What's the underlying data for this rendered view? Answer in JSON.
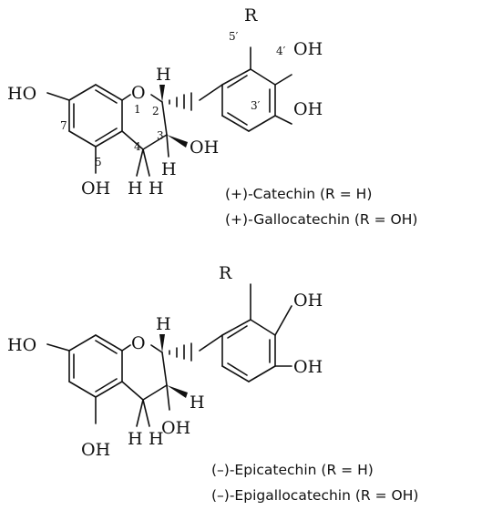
{
  "structures": [
    {
      "atoms": {
        "r": "R",
        "oh_4p": "OH",
        "oh_3p": "OH",
        "ho_7": "HO",
        "ring_o": "O",
        "h_2": "H",
        "oh_3": "OH",
        "h_3": "H",
        "oh_5": "OH",
        "h_4a": "H",
        "h_4b": "H"
      },
      "positions": {
        "p5p": "5′",
        "p4p": "4′",
        "p3p": "3′",
        "p1": "1",
        "p2": "2",
        "p3": "3",
        "p4": "4",
        "p5": "5",
        "p7": "7"
      },
      "captions": [
        "(+)-Catechin (R = H)",
        "(+)-Gallocatechin (R = OH)"
      ]
    },
    {
      "atoms": {
        "r": "R",
        "oh_4p": "OH",
        "oh_3p": "OH",
        "ho_7": "HO",
        "ring_o": "O",
        "h_2": "H",
        "h_3": "H",
        "oh_3": "OH",
        "oh_5": "OH",
        "h_4a": "H",
        "h_4b": "H"
      },
      "captions": [
        "(–)-Epicatechin (R = H)",
        "(–)-Epigallocatechin (R = OH)"
      ]
    }
  ]
}
